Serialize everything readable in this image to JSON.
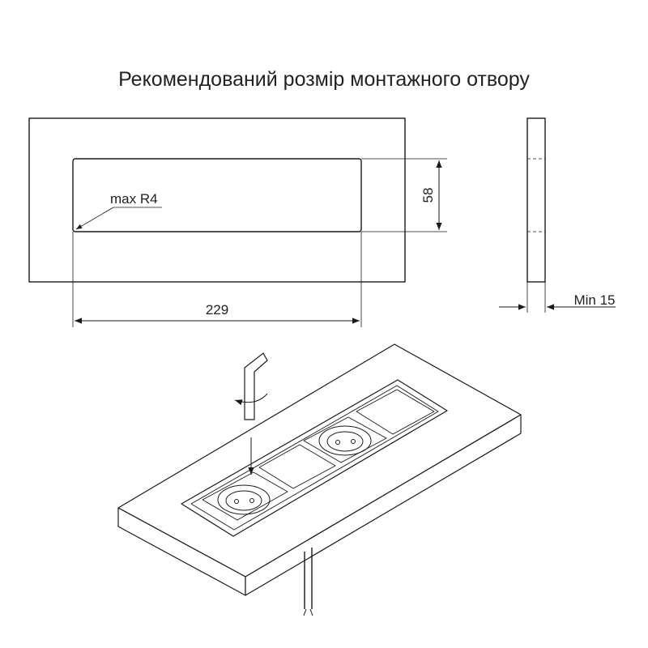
{
  "title": "Рекомендований розмір монтажного отвору",
  "cutout": {
    "corner_radius_label": "max R4",
    "width_label": "229",
    "height_label": "58"
  },
  "side_view": {
    "thickness_label": "Min 15"
  },
  "colors": {
    "line": "#1a1a1a",
    "board_edge": "#cfcfcf"
  },
  "icons": [
    "hex-key-icon",
    "rotation-arrow-icon",
    "insert-arrow-icon",
    "socket-icon",
    "cable-icon"
  ]
}
